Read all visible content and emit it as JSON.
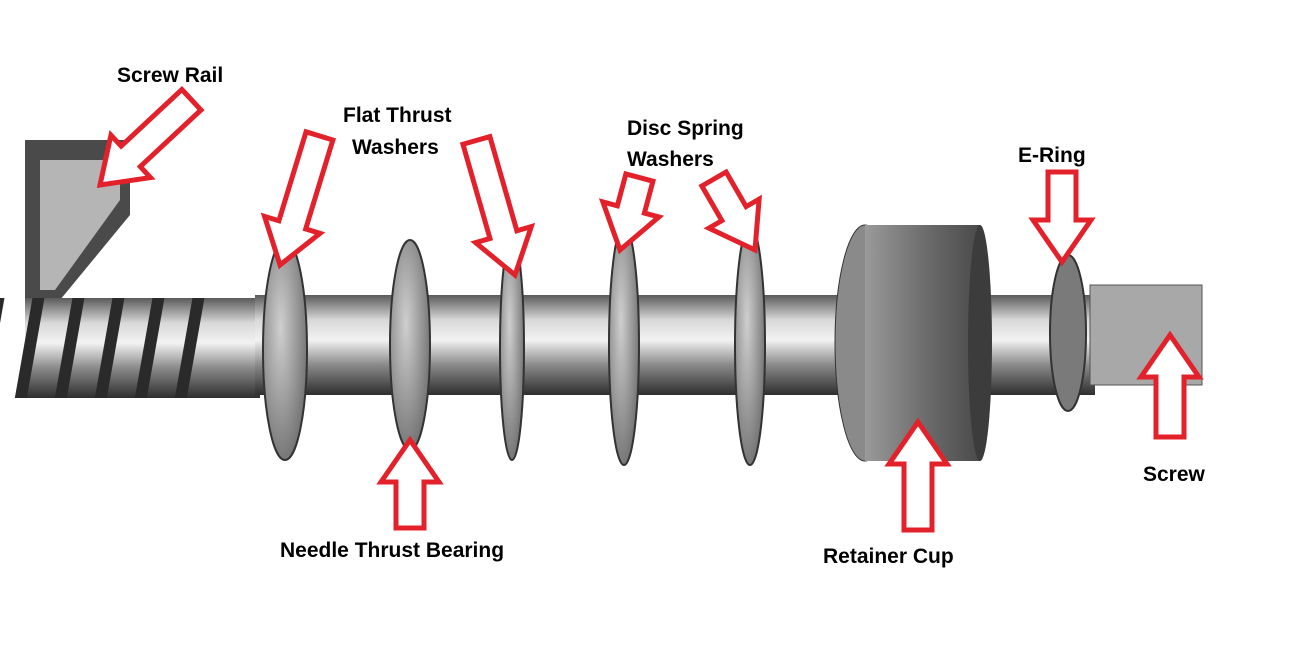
{
  "labels": {
    "screw_rail": "Screw Rail",
    "flat_thrust_washers_1": "Flat Thrust",
    "flat_thrust_washers_2": "Washers",
    "disc_spring_washers_1": "Disc Spring",
    "disc_spring_washers_2": "Washers",
    "e_ring": "E-Ring",
    "needle_thrust_bearing": "Needle Thrust Bearing",
    "retainer_cup": "Retainer Cup",
    "screw": "Screw"
  },
  "colors": {
    "arrow": "#e3212b",
    "metal_dark": "#3a3a3a",
    "metal_light": "#c8c8c8"
  }
}
